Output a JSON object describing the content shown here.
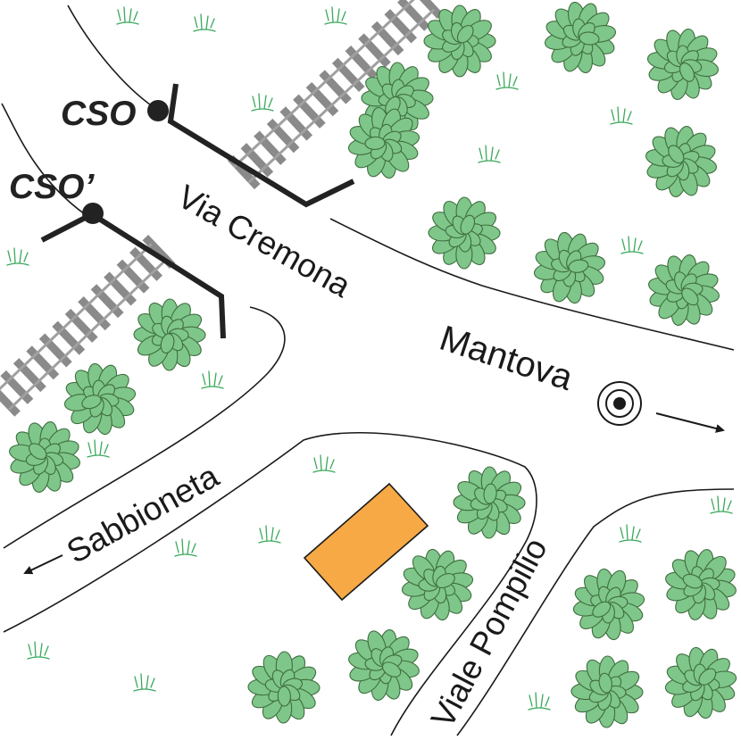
{
  "labels": {
    "cso": "CSO",
    "cso_prime": "CSO’",
    "via_cremona": "Via Cremona",
    "mantova": "Mantova",
    "sabbioneta": "Sabbioneta",
    "viale_pompilio": "Viale Pompilio"
  },
  "colors": {
    "tree_fill": "#7fc68a",
    "tree_stroke": "#3e6e3e",
    "grass": "#39a85a",
    "building": "#f6a945",
    "rail_sleeper": "#8a8a8a",
    "rail_line": "#a0a0a0",
    "sign": "#222222"
  },
  "icons": {
    "station_marker": "concentric-circles-icon",
    "arrow_right": "arrow-right-icon",
    "arrow_left": "arrow-left-icon"
  }
}
